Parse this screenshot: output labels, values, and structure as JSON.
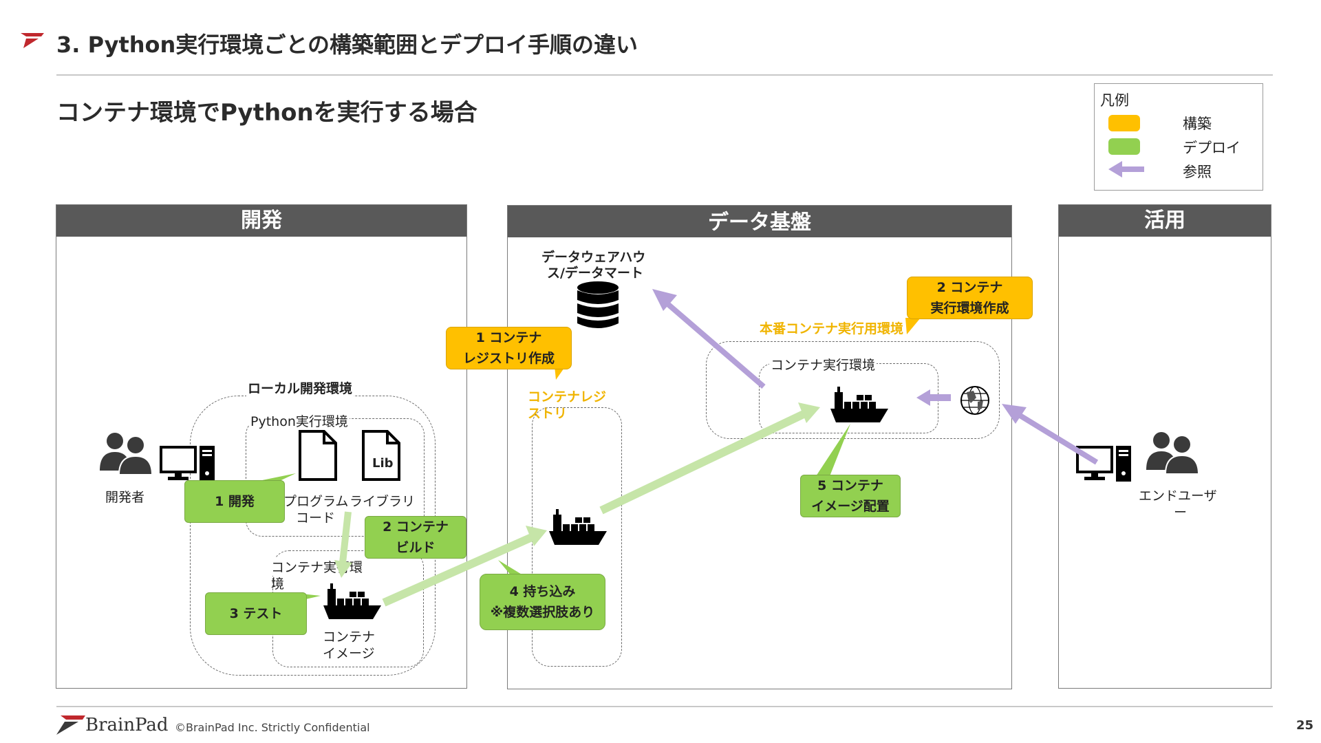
{
  "header": {
    "title": "3. Python実行環境ごとの構築範囲とデプロイ手順の違い",
    "subtitle": "コンテナ環境でPythonを実行する場合"
  },
  "legend": {
    "title": "凡例",
    "items": [
      {
        "label": "構築",
        "color": "#ffc000"
      },
      {
        "label": "デプロイ",
        "color": "#92d050"
      },
      {
        "label": "参照",
        "color": "#b4a0d8"
      }
    ]
  },
  "sections": {
    "dev": "開発",
    "platform": "データ基盤",
    "usage": "活用"
  },
  "dev": {
    "developer": "開発者",
    "local_env": "ローカル開発環境",
    "python_env": "Python実行環境",
    "program_line1": "プログラム",
    "program_line2": "コード",
    "library": "ライブラリ",
    "lib_badge": "Lib",
    "container_env_line1": "コンテナ実行環",
    "container_env_line2": "境",
    "container_image_line1": "コンテナ",
    "container_image_line2": "イメージ"
  },
  "platform": {
    "dwh_line1": "データウェアハウ",
    "dwh_line2": "ス/データマート",
    "registry_line1": "コンテナレジ",
    "registry_line2": "ストリ",
    "prod_env": "本番コンテナ実行用環境",
    "container_exec_env": "コンテナ実行環境"
  },
  "usage": {
    "end_user_line1": "エンドユーザ",
    "end_user_line2": "ー"
  },
  "callouts": {
    "develop": "1 開発",
    "build_line1": "2 コンテナ",
    "build_line2": "ビルド",
    "test": "3 テスト",
    "bring_line1": "4 持ち込み",
    "bring_line2": "※複数選択肢あり",
    "deploy_line1": "5 コンテナ",
    "deploy_line2": "イメージ配置",
    "registry_line1": "1 コンテナ",
    "registry_line2": "レジストリ作成",
    "runtime_line1": "2 コンテナ",
    "runtime_line2": "実行環境作成"
  },
  "footer": {
    "brand": "BrainPad",
    "copyright": "©BrainPad Inc.  Strictly Confidential",
    "page": "25"
  }
}
